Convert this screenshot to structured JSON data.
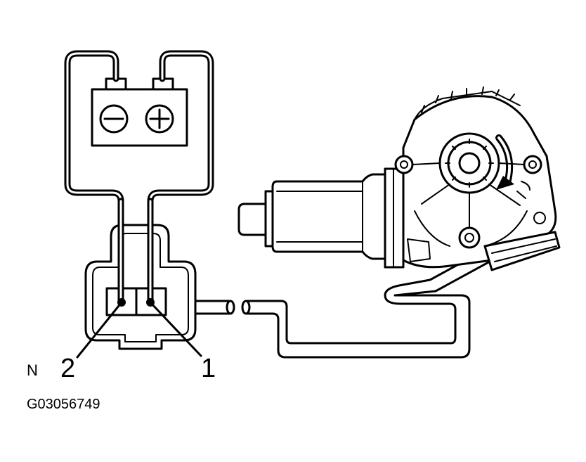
{
  "labels": {
    "terminal_2": "2",
    "terminal_1": "1",
    "view_marker": "N",
    "figure_code": "G03056749"
  },
  "battery": {
    "negative_symbol": "−",
    "positive_symbol": "+"
  },
  "colors": {
    "ink": "#000000",
    "background": "#ffffff"
  }
}
